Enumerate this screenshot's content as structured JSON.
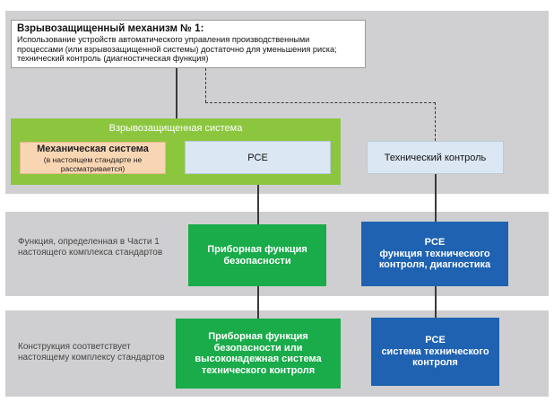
{
  "mechanism": {
    "title": "Взрывозащищенный механизм № 1:",
    "text_line1": "Использование устройств автоматического управления производственными",
    "text_line2": "процессами (или взрывозащищенной системы) достаточно для уменьшения риска;",
    "text_line3": "технический контроль (диагностическая функция)"
  },
  "ep_system": {
    "title": "Взрывозащищенная система",
    "mechanical": {
      "title": "Механическая система",
      "note_line1": "(в настоящем стандарте не",
      "note_line2": "рассматривается)"
    },
    "pce": "PCE"
  },
  "technical_control": "Технический контроль",
  "band_function": {
    "label": "Функция, определенная в Части 1 настоящего комплекса стандартов",
    "sif": {
      "line1": "Приборная функция",
      "line2": "безопасности"
    },
    "pce_diag": {
      "line1": "PCE",
      "line2": "функция технического",
      "line3": "контроля, диагностика"
    }
  },
  "band_design": {
    "label": "Конструкция соответствует настоящему комплексу стандартов",
    "sif": {
      "line1": "Приборная функция",
      "line2": "безопасности или",
      "line3": "высоконадежная система",
      "line4": "технического контроля"
    },
    "pce_tc": {
      "line1": "PCE",
      "line2": "система технического",
      "line3": "контроля"
    }
  },
  "colors": {
    "green_system": "#8cc63f",
    "green_box": "#1aab4a",
    "blue_box": "#1e62b1",
    "peach_box": "#f9d6b3",
    "light_blue_box": "#dbe7f3",
    "band_gray": "#cfcfd1"
  }
}
